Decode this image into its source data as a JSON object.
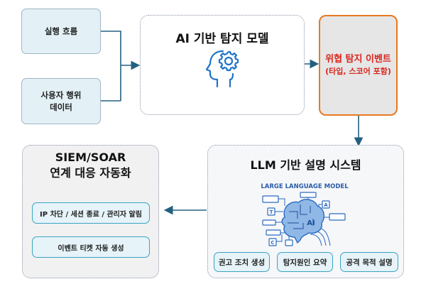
{
  "inputs": [
    {
      "label": "실행 흐름"
    },
    {
      "label_line1": "사용자 행위",
      "label_line2": "데이터"
    }
  ],
  "ai_model": {
    "title": "AI 기반 탐지 모델",
    "icon": "head-gear-icon"
  },
  "threat_event": {
    "title": "위협 탐지 이벤트",
    "subtitle": "(타입, 스코어 포함)"
  },
  "llm_system": {
    "title": "LLM 기반 설명 시스템",
    "illustration_label": "LARGE LANGUAGE MODEL",
    "brain_label": "AI",
    "chip_letters": [
      "T",
      "A",
      "C"
    ],
    "outputs": [
      "권고 조치 생성",
      "탐지원인 요약",
      "공격 목적 설명"
    ]
  },
  "siem": {
    "title_line1": "SIEM/SOAR",
    "title_line2": "연계 대응 자동화",
    "actions": [
      "IP 차단 / 세션 종료 / 관리자 알림",
      "이벤트 티켓 자동 생성"
    ]
  },
  "colors": {
    "arrow": "#23607f",
    "event_border": "#e67a22",
    "event_text": "#d9251c",
    "icon_blue": "#1f73c8",
    "pill_border": "#3aa4c6"
  }
}
